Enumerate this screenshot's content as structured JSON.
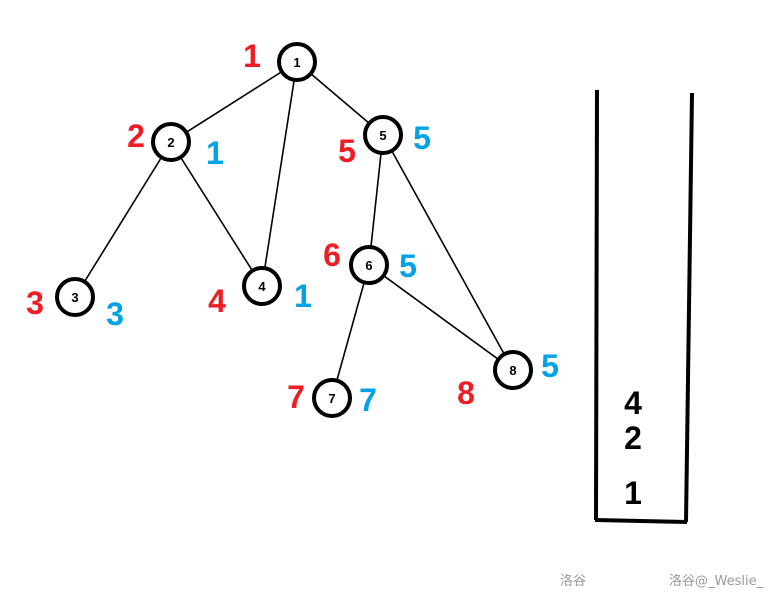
{
  "graph": {
    "nodes": [
      {
        "id": "1",
        "dfn": "1",
        "low": null
      },
      {
        "id": "2",
        "dfn": "2",
        "low": "1"
      },
      {
        "id": "3",
        "dfn": "3",
        "low": "3"
      },
      {
        "id": "4",
        "dfn": "4",
        "low": "1"
      },
      {
        "id": "5",
        "dfn": "5",
        "low": "5"
      },
      {
        "id": "6",
        "dfn": "6",
        "low": "5"
      },
      {
        "id": "7",
        "dfn": "7",
        "low": "7"
      },
      {
        "id": "8",
        "dfn": "8",
        "low": "5"
      }
    ],
    "edges": [
      [
        "1",
        "2"
      ],
      [
        "1",
        "4"
      ],
      [
        "1",
        "5"
      ],
      [
        "2",
        "3"
      ],
      [
        "2",
        "4"
      ],
      [
        "5",
        "6"
      ],
      [
        "5",
        "8"
      ],
      [
        "6",
        "7"
      ],
      [
        "6",
        "8"
      ]
    ]
  },
  "stack": {
    "items": [
      "4",
      "2",
      "1"
    ]
  },
  "colors": {
    "dfn": "#ee1c25",
    "low": "#00a2e8",
    "node": "#000000"
  },
  "watermarks": {
    "left": "洛谷",
    "right": "洛谷@_Weslie_"
  }
}
